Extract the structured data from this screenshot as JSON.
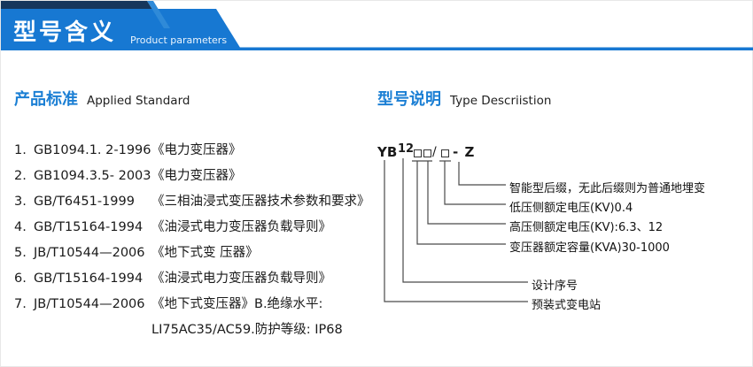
{
  "banner": {
    "title": "型号含义",
    "subtitle": "Product parameters"
  },
  "colors": {
    "banner_blue": "#1778d2",
    "banner_navy": "#16365c",
    "banner_accent": "#2f8ad8",
    "heading_blue": "#1b7fd4"
  },
  "sections": {
    "standards": {
      "heading_cn": "产品标准",
      "heading_en": "Applied Standard",
      "items": [
        {
          "num": "1.",
          "code": "GB1094.1. 2-1996",
          "title": "《电力变压器》"
        },
        {
          "num": "2.",
          "code": "GB1094.3.5- 2003",
          "title": "《电力变压器》"
        },
        {
          "num": "3.",
          "code": "GB/T6451-1999",
          "title": "《三相油浸式变压器技术参数和要求》"
        },
        {
          "num": "4.",
          "code": "GB/T15164-1994",
          "title": "《油浸式电力变压器负载导则》"
        },
        {
          "num": "5.",
          "code": "JB/T10544—2006",
          "title": "《地下式变 压器》"
        },
        {
          "num": "6.",
          "code": "GB/T15164-1994",
          "title": "《油浸式电力变压器负载导则》"
        },
        {
          "num": "7.",
          "code": "JB/T10544—2006",
          "title": "《地下式变压器》B.绝缘水平:"
        }
      ],
      "continuation": "LI75AC35/AC59.防护等级: IP68"
    },
    "model": {
      "heading_cn": "型号说明",
      "heading_en": "Type Descriistion",
      "code": {
        "prefix": "YB",
        "serial": "12",
        "slash": "/",
        "suffix": "- Z"
      },
      "labels": [
        "智能型后缀，无此后缀则为普通地埋变",
        "低压侧额定电压(KV)0.4",
        "高压侧额定电压(KV):6.3、12",
        "变压器额定容量(KVA)30-1000",
        "设计序号",
        "预装式变电站"
      ]
    }
  }
}
